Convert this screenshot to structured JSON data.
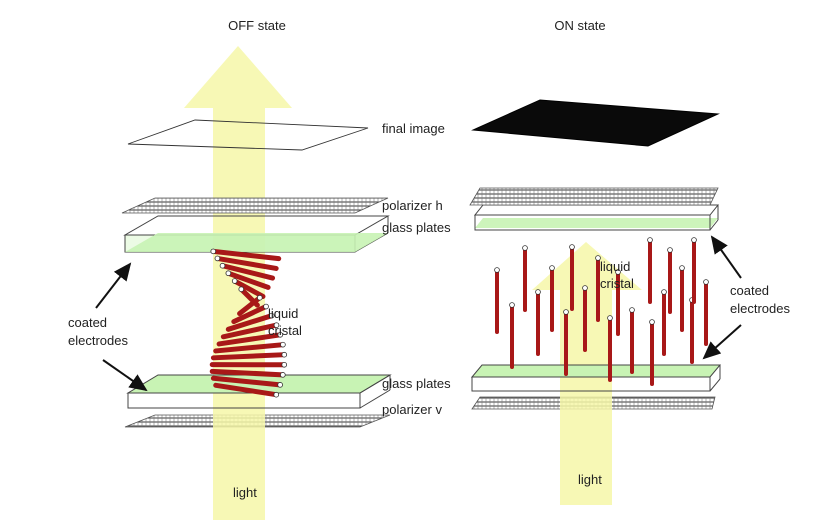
{
  "titles": {
    "off_state": "OFF state",
    "on_state": "ON state"
  },
  "labels": {
    "final_image": "final image",
    "polarizer_h": "polarizer h",
    "glass_plates_top": "glass plates",
    "glass_plates_bottom": "glass plates",
    "polarizer_v": "polarizer v",
    "liquid_left_1": "liquid",
    "liquid_left_2": "cristal",
    "liquid_right_1": "liquid",
    "liquid_right_2": "cristal",
    "coated_left_1": "coated",
    "coated_left_2": "electrodes",
    "coated_right_1": "coated",
    "coated_right_2": "electrodes",
    "light_left": "light",
    "light_right": "light"
  },
  "colors": {
    "light_beam": "#f6f7a8",
    "glass_fill": "#c8f3b4",
    "crystal": "#a81818",
    "final_image_on": "#0a0a0a",
    "outline": "#333333"
  }
}
